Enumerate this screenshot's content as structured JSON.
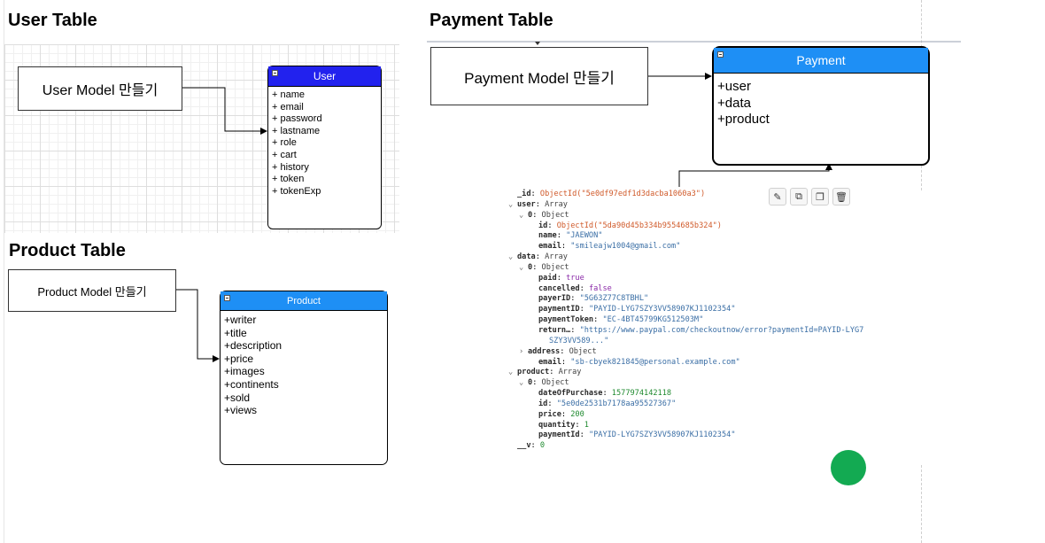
{
  "sections": {
    "user_title": "User Table",
    "payment_title": "Payment Table",
    "product_title": "Product Table"
  },
  "user": {
    "note": "User Model 만들기",
    "class_name": "User",
    "fields": [
      "+ name",
      "+ email",
      "+ password",
      "+ lastname",
      "+ role",
      "+ cart",
      "+ history",
      "+ token",
      "+ tokenExp"
    ],
    "header_color": "#2222ee"
  },
  "product": {
    "note": "Product Model 만들기",
    "class_name": "Product",
    "fields": [
      "+writer",
      "+title",
      "+description",
      "+price",
      "+images",
      "+continents",
      "+sold",
      "+views"
    ],
    "header_color": "#1e8ff5"
  },
  "payment": {
    "note": "Payment Model 만들기",
    "class_name": "Payment",
    "fields": [
      "+user",
      "+data",
      "+product"
    ],
    "header_color": "#1e8ff5"
  },
  "document": {
    "toolbar_icons": [
      "pencil-icon",
      "copy-icon",
      "clone-icon",
      "trash-icon"
    ],
    "toolbar_glyphs": [
      "✎",
      "⧉",
      "❐",
      "🗑"
    ],
    "rows": [
      {
        "caret": "",
        "indent": 0,
        "key": "_id",
        "type": "",
        "value": "ObjectId(\"5e0df97edf1d3dacba1060a3\")",
        "kind": "oid"
      },
      {
        "caret": "⌄",
        "indent": 0,
        "key": "user",
        "type": "Array",
        "value": "",
        "kind": ""
      },
      {
        "caret": "⌄",
        "indent": 1,
        "key": "0",
        "type": "Object",
        "value": "",
        "kind": ""
      },
      {
        "caret": "",
        "indent": 2,
        "key": "id",
        "type": "",
        "value": "ObjectId(\"5da90d45b334b9554685b324\")",
        "kind": "oid"
      },
      {
        "caret": "",
        "indent": 2,
        "key": "name",
        "type": "",
        "value": "\"JAEWON\"",
        "kind": "s"
      },
      {
        "caret": "",
        "indent": 2,
        "key": "email",
        "type": "",
        "value": "\"smileajw1004@gmail.com\"",
        "kind": "s"
      },
      {
        "caret": "⌄",
        "indent": 0,
        "key": "data",
        "type": "Array",
        "value": "",
        "kind": ""
      },
      {
        "caret": "⌄",
        "indent": 1,
        "key": "0",
        "type": "Object",
        "value": "",
        "kind": ""
      },
      {
        "caret": "",
        "indent": 2,
        "key": "paid",
        "type": "",
        "value": "true",
        "kind": "b"
      },
      {
        "caret": "",
        "indent": 2,
        "key": "cancelled",
        "type": "",
        "value": "false",
        "kind": "b"
      },
      {
        "caret": "",
        "indent": 2,
        "key": "payerID",
        "type": "",
        "value": "\"5G63Z77C8TBHL\"",
        "kind": "s"
      },
      {
        "caret": "",
        "indent": 2,
        "key": "paymentID",
        "type": "",
        "value": "\"PAYID-LYG7SZY3VV58907KJ1102354\"",
        "kind": "s"
      },
      {
        "caret": "",
        "indent": 2,
        "key": "paymentToken",
        "type": "",
        "value": "\"EC-4BT45799KG512503M\"",
        "kind": "s"
      },
      {
        "caret": "",
        "indent": 2,
        "key": "return…",
        "type": "",
        "value": "\"https://www.paypal.com/checkoutnow/error?paymentId=PAYID-LYG7",
        "kind": "s"
      },
      {
        "caret": "",
        "indent": 3,
        "key": "",
        "type": "",
        "value": "SZY3VV589...\"",
        "kind": "s"
      },
      {
        "caret": "›",
        "indent": 1,
        "key": "address",
        "type": "Object",
        "value": "",
        "kind": ""
      },
      {
        "caret": "",
        "indent": 2,
        "key": "email",
        "type": "",
        "value": "\"sb-cbyek821845@personal.example.com\"",
        "kind": "s"
      },
      {
        "caret": "⌄",
        "indent": 0,
        "key": "product",
        "type": "Array",
        "value": "",
        "kind": ""
      },
      {
        "caret": "⌄",
        "indent": 1,
        "key": "0",
        "type": "Object",
        "value": "",
        "kind": ""
      },
      {
        "caret": "",
        "indent": 2,
        "key": "dateOfPurchase",
        "type": "",
        "value": "1577974142118",
        "kind": "n"
      },
      {
        "caret": "",
        "indent": 2,
        "key": "id",
        "type": "",
        "value": "\"5e0de2531b7178aa95527367\"",
        "kind": "s"
      },
      {
        "caret": "",
        "indent": 2,
        "key": "price",
        "type": "",
        "value": "200",
        "kind": "n"
      },
      {
        "caret": "",
        "indent": 2,
        "key": "quantity",
        "type": "",
        "value": "1",
        "kind": "n"
      },
      {
        "caret": "",
        "indent": 2,
        "key": "paymentId",
        "type": "",
        "value": "\"PAYID-LYG7SZY3VV58907KJ1102354\"",
        "kind": "s"
      },
      {
        "caret": "",
        "indent": 0,
        "key": "__v",
        "type": "",
        "value": "0",
        "kind": "n"
      }
    ]
  }
}
